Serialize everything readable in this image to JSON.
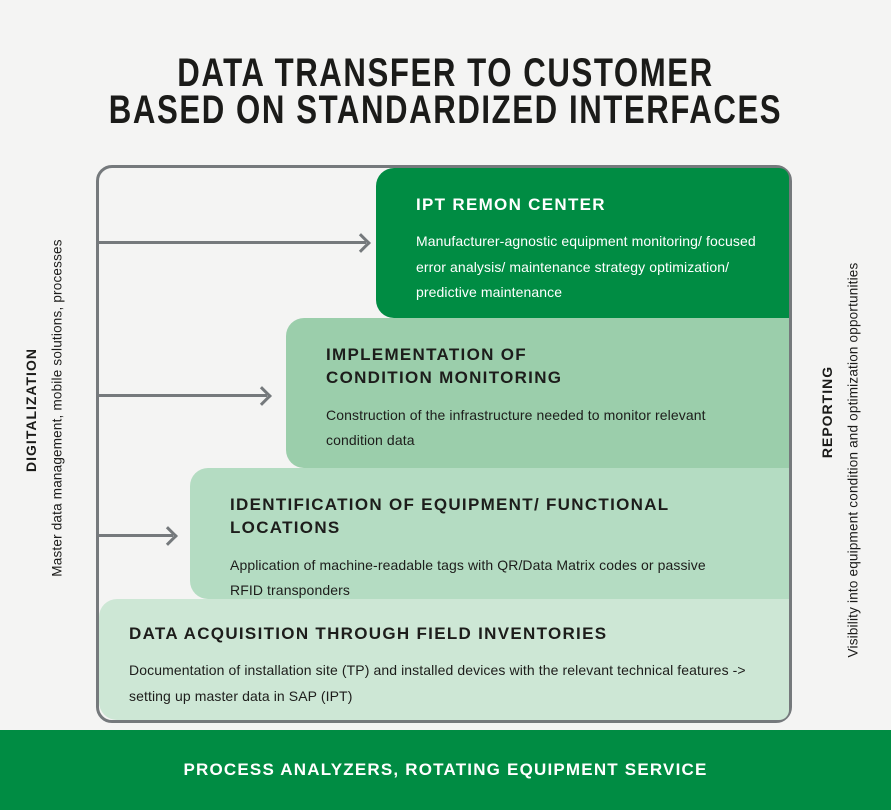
{
  "title": {
    "line1": "DATA TRANSFER TO CUSTOMER",
    "line2": "BASED ON STANDARDIZED INTERFACES"
  },
  "left_axis": {
    "title": "DIGITALIZATION",
    "subtitle": "Master data management, mobile solutions, processes"
  },
  "right_axis": {
    "title": "REPORTING",
    "subtitle": "Visibility into equipment condition and optimization opportunities"
  },
  "steps": [
    {
      "id": "ipt-remon-center",
      "title_lines": [
        "IPT REMON CENTER"
      ],
      "body": "Manufacturer-agnostic equipment monitoring/ focused error analysis/ maintenance strategy optimization/ predictive maintenance",
      "color": "#008c43",
      "text_color": "#ffffff"
    },
    {
      "id": "implementation-condition-monitoring",
      "title_lines": [
        "IMPLEMENTATION OF",
        "CONDITION MONITORING"
      ],
      "body": "Construction of the infrastructure needed to monitor relevant condition data",
      "color": "#9bceab",
      "text_color": "#1d1d1b"
    },
    {
      "id": "identification-equipment",
      "title_lines": [
        "IDENTIFICATION OF EQUIPMENT/ FUNCTIONAL",
        "LOCATIONS"
      ],
      "body": "Application of machine-readable tags with QR/Data Matrix codes or passive RFID transponders",
      "color": "#b4dcc2",
      "text_color": "#1d1d1b"
    },
    {
      "id": "data-acquisition",
      "title_lines": [
        "DATA ACQUISITION THROUGH FIELD INVENTORIES"
      ],
      "body": "Documentation of installation site (TP) and installed devices with the relevant technical features -> setting up master data in SAP (IPT)",
      "color": "#cde7d5",
      "text_color": "#1d1d1b"
    }
  ],
  "footer": {
    "label": "PROCESS ANALYZERS, ROTATING EQUIPMENT SERVICE",
    "color": "#008c43"
  },
  "colors": {
    "background": "#f4f4f3",
    "frame_border": "#75797c",
    "arrow": "#75797c",
    "dark_green": "#008c43",
    "heading_text": "#1b1b19"
  }
}
